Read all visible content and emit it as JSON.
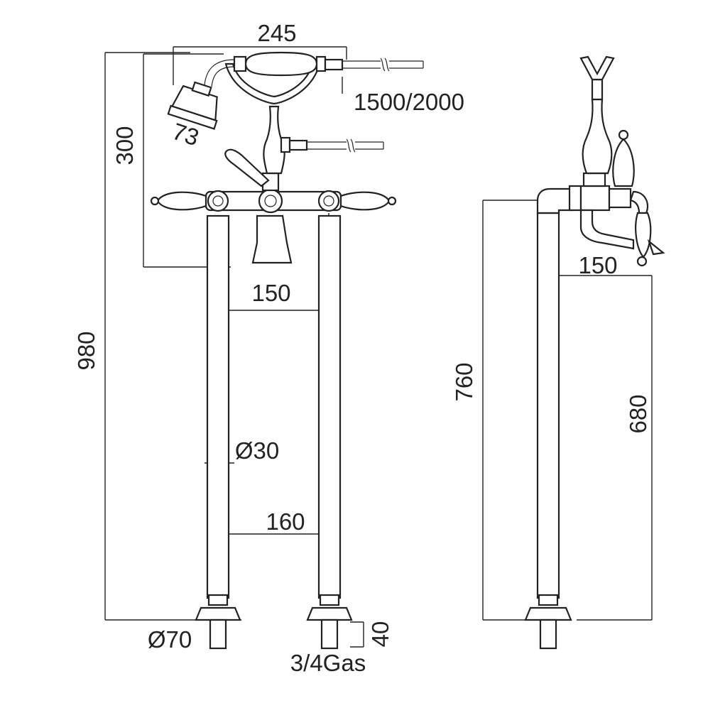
{
  "dimensions": {
    "spout_width": "245",
    "hose_length": "1500/2000",
    "handshower_size": "73",
    "mixer_height": "300",
    "inlet_spacing_top": "150",
    "total_height": "980",
    "pipe_diameter": "Ø30",
    "inlet_spacing_bottom": "160",
    "base_diameter": "Ø70",
    "thread": "3/4Gas",
    "thread_length": "40",
    "side_height": "760",
    "side_projection": "150",
    "spout_height": "680"
  }
}
